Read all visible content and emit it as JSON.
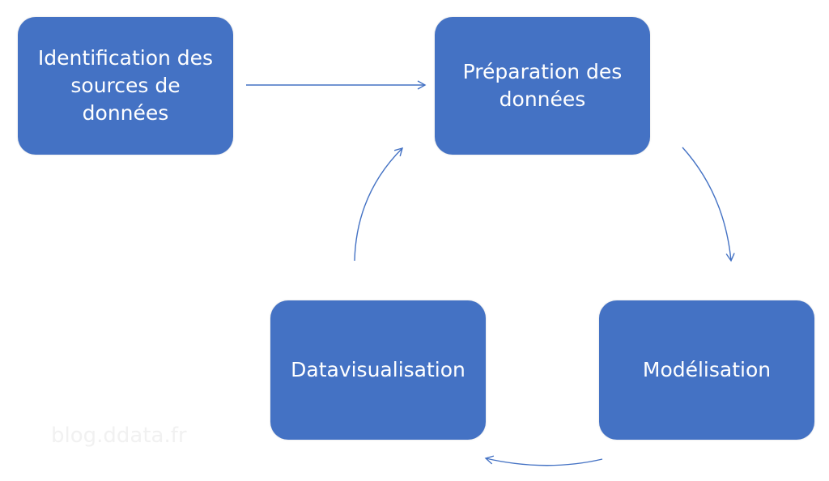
{
  "diagram": {
    "nodes": [
      {
        "id": "identification",
        "label": "Identification des sources de données"
      },
      {
        "id": "preparation",
        "label": "Préparation des données"
      },
      {
        "id": "modelisation",
        "label": "Modélisation"
      },
      {
        "id": "datavisualisation",
        "label": "Datavisualisation"
      }
    ],
    "edges": [
      {
        "from": "identification",
        "to": "preparation"
      },
      {
        "from": "preparation",
        "to": "modelisation"
      },
      {
        "from": "modelisation",
        "to": "datavisualisation"
      },
      {
        "from": "datavisualisation",
        "to": "preparation"
      }
    ]
  },
  "watermark": "blog.ddata.fr",
  "colors": {
    "box_fill": "#4472c4",
    "box_text": "#ffffff",
    "arrow": "#4472c4",
    "watermark": "#f1f1f1"
  }
}
